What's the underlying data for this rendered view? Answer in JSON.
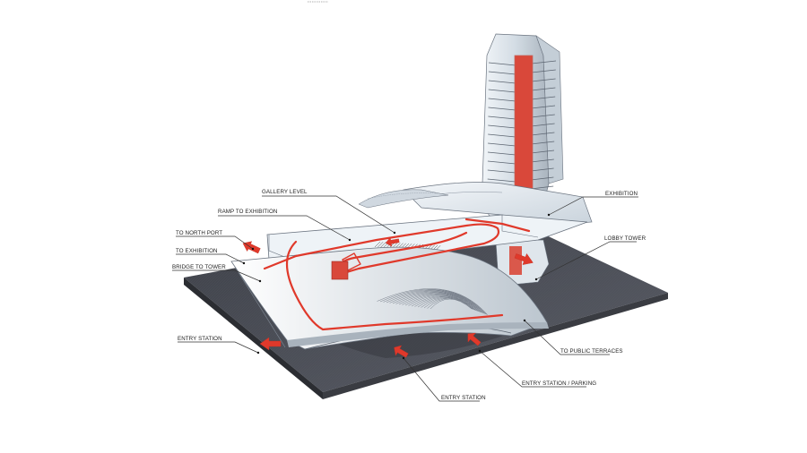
{
  "diagram": {
    "labels": {
      "gallery_level": "GALLERY LEVEL",
      "ramp_to_exhibition": "RAMP TO EXHIBITION",
      "to_north_port": "TO NORTH PORT",
      "to_exhibition": "TO EXHIBITION",
      "bridge_to_tower": "BRIDGE TO TOWER",
      "exhibition": "EXHIBITION",
      "lobby_tower": "LOBBY TOWER",
      "entry_station_left": "ENTRY STATION",
      "to_public_terraces": "TO PUBLIC TERRACES",
      "entry_station_parking": "ENTRY STATION / PARKING",
      "entry_station_bottom": "ENTRY STATION"
    },
    "colors": {
      "site_base": "#4a4d55",
      "site_edge": "#2f3137",
      "structure_fill": "#e6edf3",
      "structure_line": "#6b7480",
      "circulation": "#e0392b",
      "core": "#d9483a"
    }
  }
}
